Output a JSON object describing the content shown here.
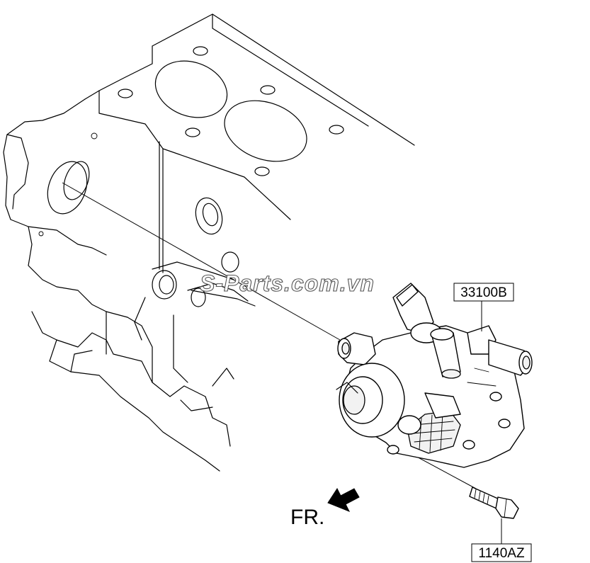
{
  "watermark": {
    "text": "S-Parts.com.vn"
  },
  "callouts": {
    "pump": {
      "part_number": "33100B"
    },
    "bolt": {
      "part_number": "1140AZ"
    }
  },
  "direction_indicator": {
    "label": "FR."
  }
}
